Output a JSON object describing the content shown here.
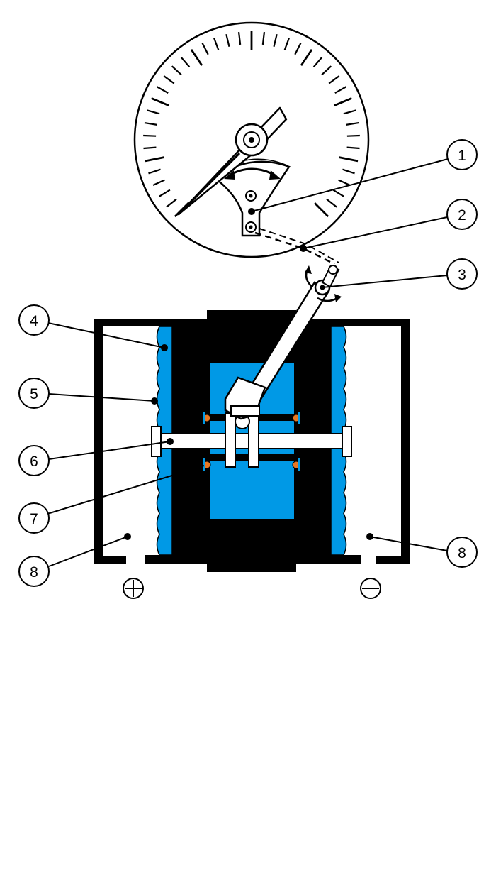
{
  "colors": {
    "fluid": "#0099e6",
    "housing": "#000000",
    "seal": "#e87722",
    "background": "#ffffff"
  },
  "gauge": {
    "tick_count": 41
  },
  "callouts": [
    {
      "label": "1"
    },
    {
      "label": "2"
    },
    {
      "label": "3"
    },
    {
      "label": "4"
    },
    {
      "label": "5"
    },
    {
      "label": "6"
    },
    {
      "label": "7"
    },
    {
      "label": "8"
    },
    {
      "label": "8"
    }
  ],
  "ports": {
    "plus": "+",
    "minus": "−"
  }
}
